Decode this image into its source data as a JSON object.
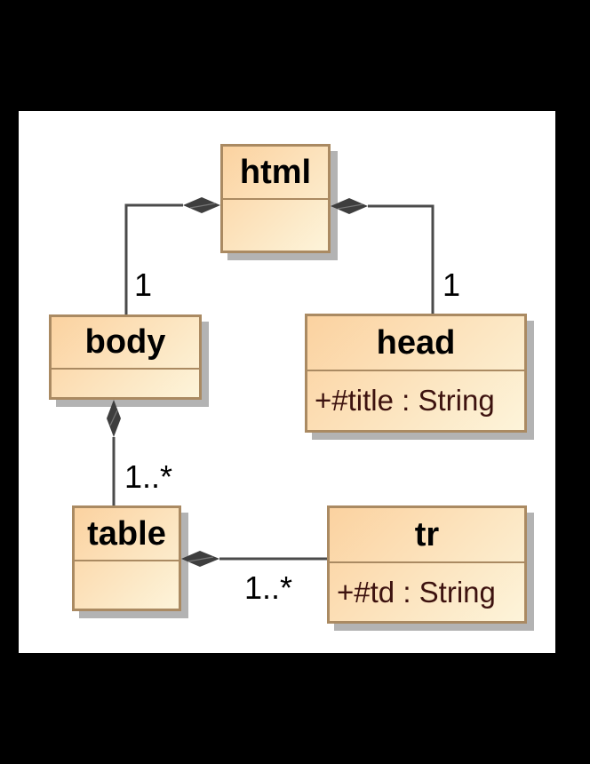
{
  "diagram": {
    "kind": "uml-class-diagram",
    "classes": [
      {
        "name": "html",
        "attributes": []
      },
      {
        "name": "body",
        "attributes": []
      },
      {
        "name": "head",
        "attributes": [
          "+#title : String"
        ]
      },
      {
        "name": "table",
        "attributes": []
      },
      {
        "name": "tr",
        "attributes": [
          "+#td : String"
        ]
      }
    ],
    "relations": [
      {
        "from": "html",
        "to": "body",
        "type": "composition",
        "multiplicity": "1"
      },
      {
        "from": "html",
        "to": "head",
        "type": "composition",
        "multiplicity": "1"
      },
      {
        "from": "body",
        "to": "table",
        "type": "composition",
        "multiplicity": "1..*"
      },
      {
        "from": "table",
        "to": "tr",
        "type": "composition",
        "multiplicity": "1..*"
      }
    ],
    "colors": {
      "background": "#000000",
      "canvas": "#ffffff",
      "box_border": "#aa8a62",
      "box_fill_start": "#fbd2a0",
      "box_fill_end": "#fdf4da",
      "box_shadow": "#b3b3b3",
      "connector": "#4b4b4b",
      "diamond_fill": "#3e3e3e",
      "title_text": "#000000",
      "attribute_text": "#3d120f"
    }
  }
}
